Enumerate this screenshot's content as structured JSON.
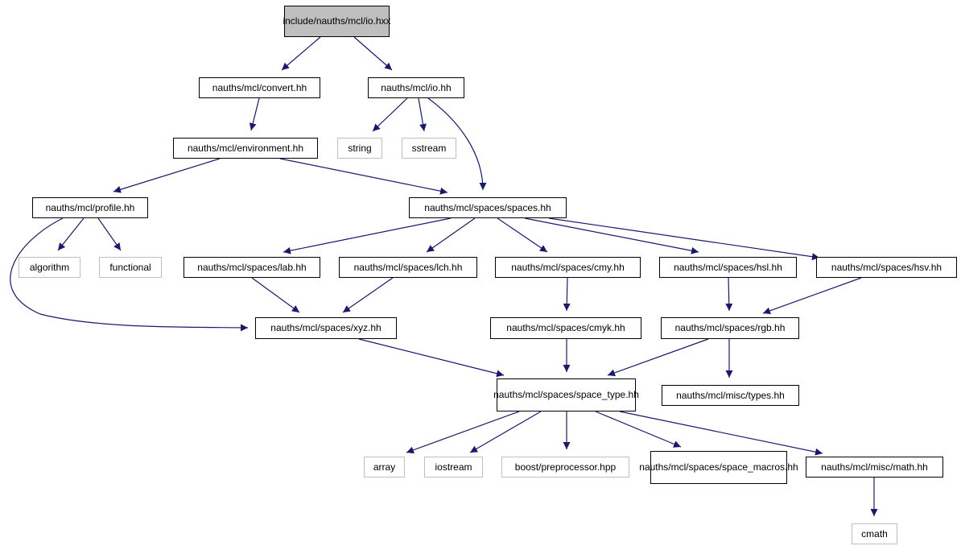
{
  "colors": {
    "edge": "#191970",
    "root_fill": "#bfbfbf",
    "border": "#000000",
    "system_border": "#bfbfbf"
  },
  "nodes": {
    "io_hxx": {
      "lines": [
        "include/nauths/mcl",
        "/io.hxx"
      ]
    },
    "convert": {
      "lines": [
        "nauths/mcl/convert.hh"
      ]
    },
    "io_hh": {
      "lines": [
        "nauths/mcl/io.hh"
      ]
    },
    "environment": {
      "lines": [
        "nauths/mcl/environment.hh"
      ]
    },
    "string": {
      "lines": [
        "string"
      ]
    },
    "sstream": {
      "lines": [
        "sstream"
      ]
    },
    "profile": {
      "lines": [
        "nauths/mcl/profile.hh"
      ]
    },
    "spaces": {
      "lines": [
        "nauths/mcl/spaces/spaces.hh"
      ]
    },
    "algorithm": {
      "lines": [
        "algorithm"
      ]
    },
    "functional": {
      "lines": [
        "functional"
      ]
    },
    "lab": {
      "lines": [
        "nauths/mcl/spaces/lab.hh"
      ]
    },
    "lch": {
      "lines": [
        "nauths/mcl/spaces/lch.hh"
      ]
    },
    "cmy": {
      "lines": [
        "nauths/mcl/spaces/cmy.hh"
      ]
    },
    "hsl": {
      "lines": [
        "nauths/mcl/spaces/hsl.hh"
      ]
    },
    "hsv": {
      "lines": [
        "nauths/mcl/spaces/hsv.hh"
      ]
    },
    "xyz": {
      "lines": [
        "nauths/mcl/spaces/xyz.hh"
      ]
    },
    "cmyk": {
      "lines": [
        "nauths/mcl/spaces/cmyk.hh"
      ]
    },
    "rgb": {
      "lines": [
        "nauths/mcl/spaces/rgb.hh"
      ]
    },
    "space_type": {
      "lines": [
        "nauths/mcl/spaces/space",
        "_type.hh"
      ]
    },
    "types": {
      "lines": [
        "nauths/mcl/misc/types.hh"
      ]
    },
    "array": {
      "lines": [
        "array"
      ]
    },
    "iostream": {
      "lines": [
        "iostream"
      ]
    },
    "boost_pp": {
      "lines": [
        "boost/preprocessor.hpp"
      ]
    },
    "space_macros": {
      "lines": [
        "nauths/mcl/spaces/space",
        "_macros.hh"
      ]
    },
    "math": {
      "lines": [
        "nauths/mcl/misc/math.hh"
      ]
    },
    "cmath": {
      "lines": [
        "cmath"
      ]
    }
  }
}
